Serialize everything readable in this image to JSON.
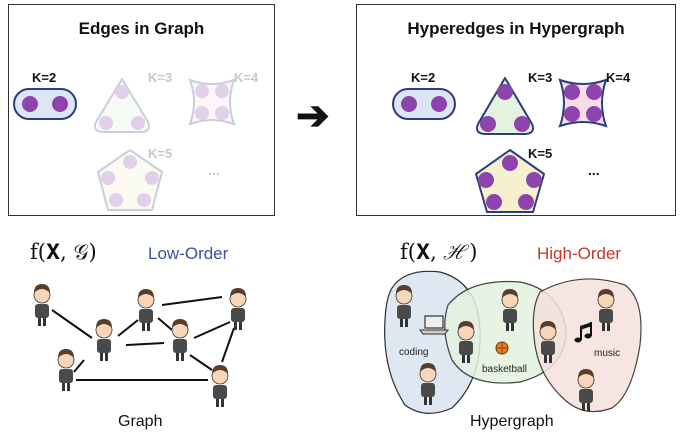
{
  "left_panel": {
    "title": "Edges in Graph",
    "k_labels": [
      "K=2",
      "K=3",
      "K=4",
      "K=5"
    ],
    "ellipsis": "..."
  },
  "right_panel": {
    "title": "Hyperedges in Hypergraph",
    "k_labels": [
      "K=2",
      "K=3",
      "K=4",
      "K=5"
    ],
    "ellipsis": "..."
  },
  "arrow": "➔",
  "graph_side": {
    "formula": "f(𝐗, 𝒢)",
    "order_label": "Low-Order",
    "caption": "Graph"
  },
  "hypergraph_side": {
    "formula": "f(𝐗, ℋ)",
    "order_label": "High-Order",
    "caption": "Hypergraph",
    "groups": [
      "coding",
      "basketball",
      "music"
    ]
  },
  "colors": {
    "node": "#8e44ad",
    "edge_outline": "#2c3e7a",
    "k2_fill": "#dde6f7",
    "k3_fill": "#e3f3df",
    "k4_fill": "#f6dde6",
    "k5_fill": "#f7f0cf",
    "low_order": "#3b4fa0",
    "high_order": "#c0392b"
  }
}
